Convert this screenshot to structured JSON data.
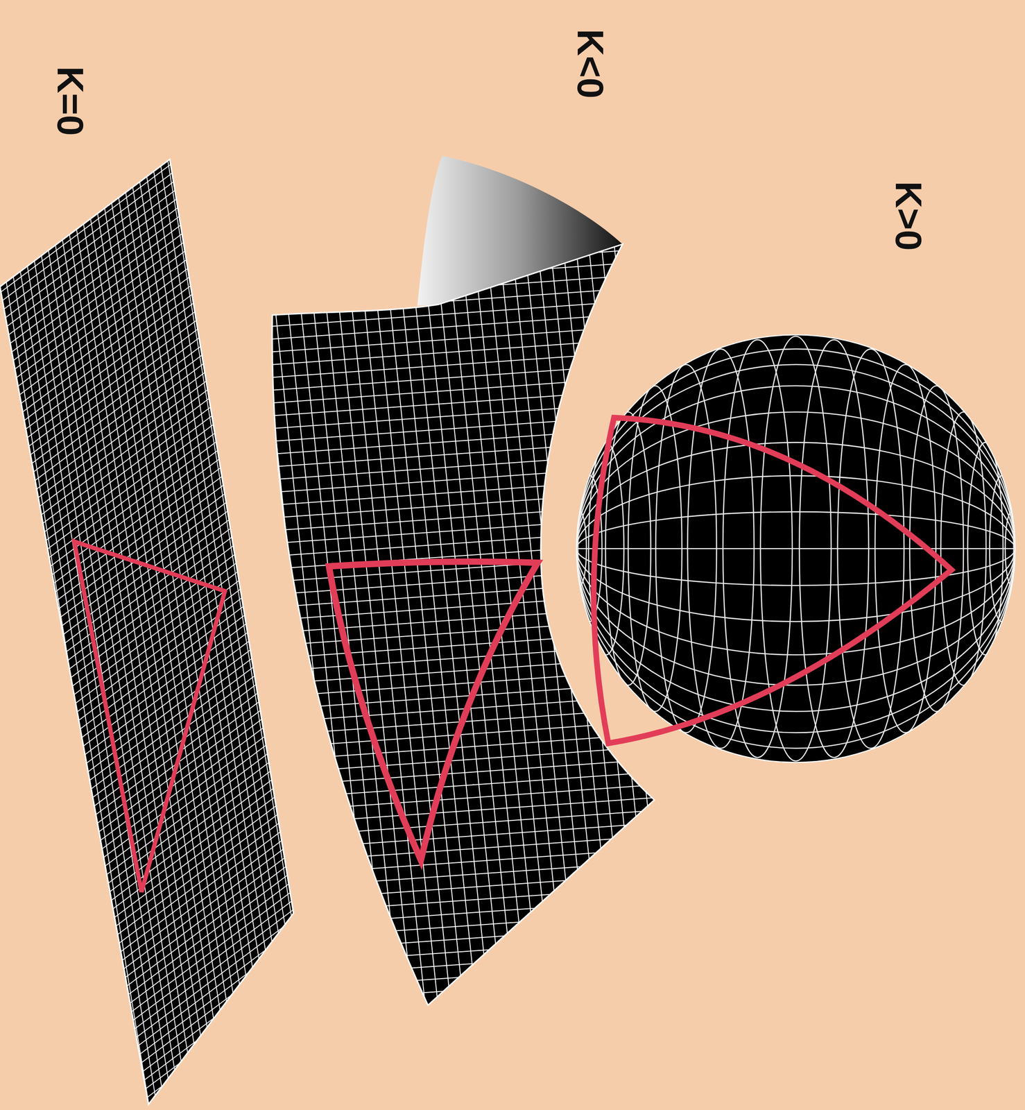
{
  "diagram": {
    "labels": [
      "K=0",
      "K<0",
      "K>0"
    ]
  }
}
